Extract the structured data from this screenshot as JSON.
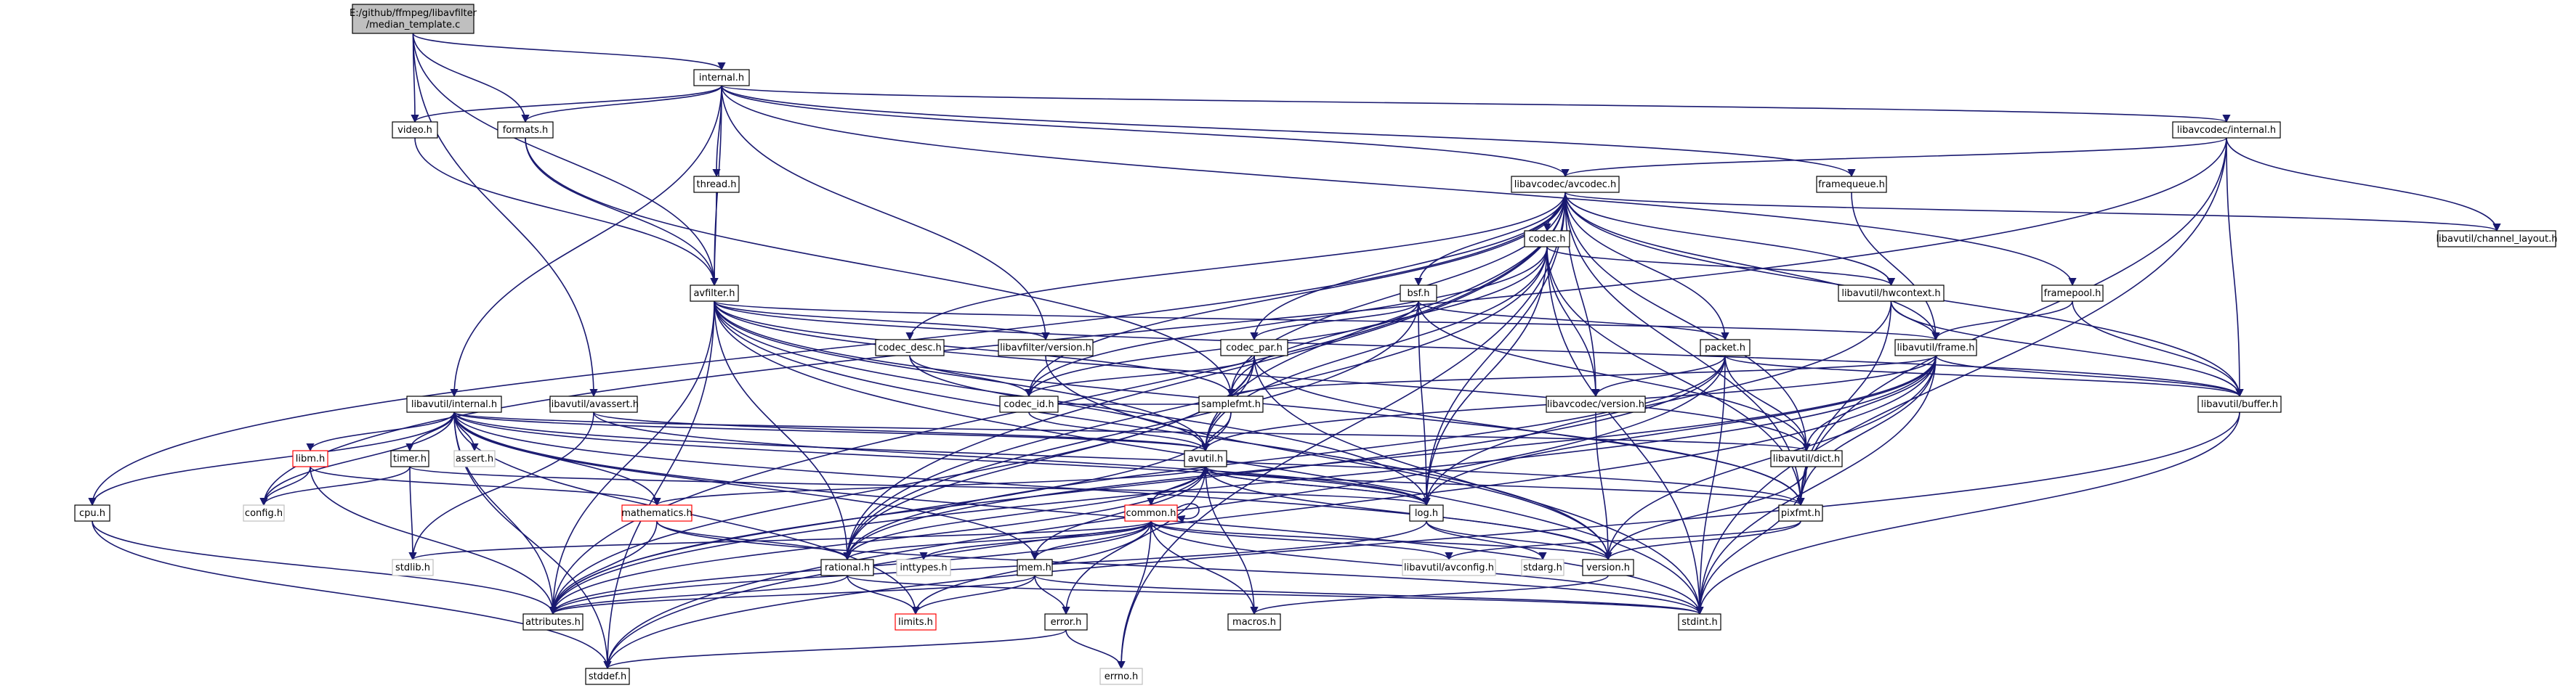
{
  "graph": {
    "title": "E:/github/ffmpeg/libavfilter/median_template.c",
    "edge_color": "#191970",
    "nodes": [
      {
        "id": "root",
        "lines": [
          "E:/github/ffmpeg/libavfilter",
          "/median_template.c"
        ],
        "style": "root"
      },
      {
        "id": "internal_h",
        "lines": [
          "internal.h"
        ],
        "style": "normal"
      },
      {
        "id": "video_h",
        "lines": [
          "video.h"
        ],
        "style": "normal"
      },
      {
        "id": "formats_h",
        "lines": [
          "formats.h"
        ],
        "style": "normal"
      },
      {
        "id": "avcodec_internal_h",
        "lines": [
          "libavcodec/internal.h"
        ],
        "style": "normal"
      },
      {
        "id": "thread_h",
        "lines": [
          "thread.h"
        ],
        "style": "normal"
      },
      {
        "id": "avcodec_h",
        "lines": [
          "libavcodec/avcodec.h"
        ],
        "style": "normal"
      },
      {
        "id": "framequeue_h",
        "lines": [
          "framequeue.h"
        ],
        "style": "normal"
      },
      {
        "id": "codec_h",
        "lines": [
          "codec.h"
        ],
        "style": "normal"
      },
      {
        "id": "channel_layout_h",
        "lines": [
          "libavutil/channel_layout.h"
        ],
        "style": "normal"
      },
      {
        "id": "avfilter_h",
        "lines": [
          "avfilter.h"
        ],
        "style": "normal"
      },
      {
        "id": "bsf_h",
        "lines": [
          "bsf.h"
        ],
        "style": "normal"
      },
      {
        "id": "hwcontext_h",
        "lines": [
          "libavutil/hwcontext.h"
        ],
        "style": "normal"
      },
      {
        "id": "framepool_h",
        "lines": [
          "framepool.h"
        ],
        "style": "normal"
      },
      {
        "id": "codec_desc_h",
        "lines": [
          "codec_desc.h"
        ],
        "style": "normal"
      },
      {
        "id": "lavf_version_h",
        "lines": [
          "libavfilter/version.h"
        ],
        "style": "normal"
      },
      {
        "id": "codec_par_h",
        "lines": [
          "codec_par.h"
        ],
        "style": "normal"
      },
      {
        "id": "packet_h",
        "lines": [
          "packet.h"
        ],
        "style": "normal"
      },
      {
        "id": "frame_h",
        "lines": [
          "libavutil/frame.h"
        ],
        "style": "normal"
      },
      {
        "id": "avutil_internal_h",
        "lines": [
          "libavutil/internal.h"
        ],
        "style": "normal"
      },
      {
        "id": "avassert_h",
        "lines": [
          "libavutil/avassert.h"
        ],
        "style": "normal"
      },
      {
        "id": "codec_id_h",
        "lines": [
          "codec_id.h"
        ],
        "style": "normal"
      },
      {
        "id": "samplefmt_h",
        "lines": [
          "samplefmt.h"
        ],
        "style": "normal"
      },
      {
        "id": "lavc_version_h",
        "lines": [
          "libavcodec/version.h"
        ],
        "style": "normal"
      },
      {
        "id": "buffer_h",
        "lines": [
          "libavutil/buffer.h"
        ],
        "style": "normal"
      },
      {
        "id": "libm_h",
        "lines": [
          "libm.h"
        ],
        "style": "red"
      },
      {
        "id": "timer_h",
        "lines": [
          "timer.h"
        ],
        "style": "normal"
      },
      {
        "id": "assert_h",
        "lines": [
          "assert.h"
        ],
        "style": "grey"
      },
      {
        "id": "avutil_h",
        "lines": [
          "avutil.h"
        ],
        "style": "normal"
      },
      {
        "id": "dict_h",
        "lines": [
          "libavutil/dict.h"
        ],
        "style": "normal"
      },
      {
        "id": "cpu_h",
        "lines": [
          "cpu.h"
        ],
        "style": "normal"
      },
      {
        "id": "config_h",
        "lines": [
          "config.h"
        ],
        "style": "grey"
      },
      {
        "id": "mathematics_h",
        "lines": [
          "mathematics.h"
        ],
        "style": "red"
      },
      {
        "id": "common_h",
        "lines": [
          "common.h"
        ],
        "style": "red"
      },
      {
        "id": "log_h",
        "lines": [
          "log.h"
        ],
        "style": "normal"
      },
      {
        "id": "pixfmt_h",
        "lines": [
          "pixfmt.h"
        ],
        "style": "normal"
      },
      {
        "id": "stdlib_h",
        "lines": [
          "stdlib.h"
        ],
        "style": "grey"
      },
      {
        "id": "rational_h",
        "lines": [
          "rational.h"
        ],
        "style": "normal"
      },
      {
        "id": "inttypes_h",
        "lines": [
          "inttypes.h"
        ],
        "style": "grey"
      },
      {
        "id": "mem_h",
        "lines": [
          "mem.h"
        ],
        "style": "normal"
      },
      {
        "id": "avconfig_h",
        "lines": [
          "libavutil/avconfig.h"
        ],
        "style": "grey"
      },
      {
        "id": "stdarg_h",
        "lines": [
          "stdarg.h"
        ],
        "style": "grey"
      },
      {
        "id": "version_h",
        "lines": [
          "version.h"
        ],
        "style": "normal"
      },
      {
        "id": "attributes_h",
        "lines": [
          "attributes.h"
        ],
        "style": "normal"
      },
      {
        "id": "limits_h",
        "lines": [
          "limits.h"
        ],
        "style": "red"
      },
      {
        "id": "macros_h",
        "lines": [
          "macros.h"
        ],
        "style": "normal"
      },
      {
        "id": "stdint_h",
        "lines": [
          "stdint.h"
        ],
        "style": "normal"
      },
      {
        "id": "error_h",
        "lines": [
          "error.h"
        ],
        "style": "normal"
      },
      {
        "id": "stddef_h",
        "lines": [
          "stddef.h"
        ],
        "style": "normal"
      },
      {
        "id": "errno_h",
        "lines": [
          "errno.h"
        ],
        "style": "grey"
      }
    ],
    "edges": [
      [
        "root",
        "internal_h"
      ],
      [
        "root",
        "video_h"
      ],
      [
        "root",
        "formats_h"
      ],
      [
        "root",
        "avfilter_h"
      ],
      [
        "root",
        "avassert_h"
      ],
      [
        "internal_h",
        "video_h"
      ],
      [
        "internal_h",
        "formats_h"
      ],
      [
        "internal_h",
        "avcodec_internal_h"
      ],
      [
        "internal_h",
        "thread_h"
      ],
      [
        "internal_h",
        "avcodec_h"
      ],
      [
        "internal_h",
        "framequeue_h"
      ],
      [
        "internal_h",
        "framepool_h"
      ],
      [
        "internal_h",
        "avfilter_h"
      ],
      [
        "internal_h",
        "lavf_version_h"
      ],
      [
        "internal_h",
        "avutil_internal_h"
      ],
      [
        "video_h",
        "avfilter_h"
      ],
      [
        "formats_h",
        "avfilter_h"
      ],
      [
        "formats_h",
        "samplefmt_h"
      ],
      [
        "thread_h",
        "avfilter_h"
      ],
      [
        "framequeue_h",
        "frame_h"
      ],
      [
        "framepool_h",
        "frame_h"
      ],
      [
        "framepool_h",
        "buffer_h"
      ],
      [
        "avcodec_internal_h",
        "avcodec_h"
      ],
      [
        "avcodec_internal_h",
        "channel_layout_h"
      ],
      [
        "avcodec_internal_h",
        "buffer_h"
      ],
      [
        "avcodec_internal_h",
        "pixfmt_h"
      ],
      [
        "avcodec_internal_h",
        "stdint_h"
      ],
      [
        "avcodec_internal_h",
        "config_h"
      ],
      [
        "avcodec_h",
        "codec_h"
      ],
      [
        "avcodec_h",
        "bsf_h"
      ],
      [
        "avcodec_h",
        "hwcontext_h"
      ],
      [
        "avcodec_h",
        "codec_desc_h"
      ],
      [
        "avcodec_h",
        "codec_par_h"
      ],
      [
        "avcodec_h",
        "packet_h"
      ],
      [
        "avcodec_h",
        "frame_h"
      ],
      [
        "avcodec_h",
        "lavc_version_h"
      ],
      [
        "avcodec_h",
        "buffer_h"
      ],
      [
        "avcodec_h",
        "channel_layout_h"
      ],
      [
        "avcodec_h",
        "samplefmt_h"
      ],
      [
        "avcodec_h",
        "avutil_h"
      ],
      [
        "avcodec_h",
        "dict_h"
      ],
      [
        "avcodec_h",
        "log_h"
      ],
      [
        "avcodec_h",
        "pixfmt_h"
      ],
      [
        "avcodec_h",
        "rational_h"
      ],
      [
        "avcodec_h",
        "attributes_h"
      ],
      [
        "avcodec_h",
        "cpu_h"
      ],
      [
        "avcodec_h",
        "codec_id_h"
      ],
      [
        "avcodec_h",
        "errno_h"
      ],
      [
        "codec_h",
        "codec_id_h"
      ],
      [
        "codec_h",
        "hwcontext_h"
      ],
      [
        "codec_h",
        "avutil_h"
      ],
      [
        "codec_h",
        "log_h"
      ],
      [
        "codec_h",
        "pixfmt_h"
      ],
      [
        "codec_h",
        "rational_h"
      ],
      [
        "codec_h",
        "samplefmt_h"
      ],
      [
        "codec_h",
        "lavc_version_h"
      ],
      [
        "codec_h",
        "stdint_h"
      ],
      [
        "bsf_h",
        "codec_id_h"
      ],
      [
        "bsf_h",
        "codec_par_h"
      ],
      [
        "bsf_h",
        "packet_h"
      ],
      [
        "bsf_h",
        "dict_h"
      ],
      [
        "bsf_h",
        "log_h"
      ],
      [
        "bsf_h",
        "rational_h"
      ],
      [
        "hwcontext_h",
        "buffer_h"
      ],
      [
        "hwcontext_h",
        "frame_h"
      ],
      [
        "hwcontext_h",
        "log_h"
      ],
      [
        "hwcontext_h",
        "pixfmt_h"
      ],
      [
        "codec_desc_h",
        "codec_id_h"
      ],
      [
        "codec_desc_h",
        "avutil_h"
      ],
      [
        "codec_par_h",
        "codec_id_h"
      ],
      [
        "codec_par_h",
        "avutil_h"
      ],
      [
        "codec_par_h",
        "pixfmt_h"
      ],
      [
        "codec_par_h",
        "rational_h"
      ],
      [
        "codec_par_h",
        "stdint_h"
      ],
      [
        "codec_par_h",
        "attributes_h"
      ],
      [
        "packet_h",
        "buffer_h"
      ],
      [
        "packet_h",
        "dict_h"
      ],
      [
        "packet_h",
        "lavc_version_h"
      ],
      [
        "packet_h",
        "rational_h"
      ],
      [
        "packet_h",
        "stdint_h"
      ],
      [
        "packet_h",
        "attributes_h"
      ],
      [
        "packet_h",
        "stddef_h"
      ],
      [
        "frame_h",
        "buffer_h"
      ],
      [
        "frame_h",
        "dict_h"
      ],
      [
        "frame_h",
        "pixfmt_h"
      ],
      [
        "frame_h",
        "rational_h"
      ],
      [
        "frame_h",
        "samplefmt_h"
      ],
      [
        "frame_h",
        "avutil_h"
      ],
      [
        "frame_h",
        "log_h"
      ],
      [
        "frame_h",
        "version_h"
      ],
      [
        "frame_h",
        "stdint_h"
      ],
      [
        "frame_h",
        "stddef_h"
      ],
      [
        "frame_h",
        "attributes_h"
      ],
      [
        "avfilter_h",
        "lavf_version_h"
      ],
      [
        "avfilter_h",
        "attributes_h"
      ],
      [
        "avfilter_h",
        "avutil_h"
      ],
      [
        "avfilter_h",
        "buffer_h"
      ],
      [
        "avfilter_h",
        "dict_h"
      ],
      [
        "avfilter_h",
        "frame_h"
      ],
      [
        "avfilter_h",
        "log_h"
      ],
      [
        "avfilter_h",
        "samplefmt_h"
      ],
      [
        "avfilter_h",
        "pixfmt_h"
      ],
      [
        "avfilter_h",
        "rational_h"
      ],
      [
        "avfilter_h",
        "stddef_h"
      ],
      [
        "avfilter_h",
        "version_h"
      ],
      [
        "avfilter_h",
        "stdint_h"
      ],
      [
        "lavf_version_h",
        "version_h"
      ],
      [
        "avassert_h",
        "avutil_h"
      ],
      [
        "avassert_h",
        "log_h"
      ],
      [
        "avassert_h",
        "stdlib_h"
      ],
      [
        "avutil_internal_h",
        "config_h"
      ],
      [
        "avutil_internal_h",
        "libm_h"
      ],
      [
        "avutil_internal_h",
        "timer_h"
      ],
      [
        "avutil_internal_h",
        "assert_h"
      ],
      [
        "avutil_internal_h",
        "cpu_h"
      ],
      [
        "avutil_internal_h",
        "attributes_h"
      ],
      [
        "avutil_internal_h",
        "dict_h"
      ],
      [
        "avutil_internal_h",
        "pixfmt_h"
      ],
      [
        "avutil_internal_h",
        "mathematics_h"
      ],
      [
        "avutil_internal_h",
        "stdint_h"
      ],
      [
        "avutil_internal_h",
        "stddef_h"
      ],
      [
        "avutil_internal_h",
        "limits_h"
      ],
      [
        "avutil_internal_h",
        "version_h"
      ],
      [
        "avutil_internal_h",
        "log_h"
      ],
      [
        "avutil_internal_h",
        "mem_h"
      ],
      [
        "avutil_internal_h",
        "avutil_h"
      ],
      [
        "samplefmt_h",
        "avutil_h"
      ],
      [
        "samplefmt_h",
        "attributes_h"
      ],
      [
        "lavc_version_h",
        "version_h"
      ],
      [
        "buffer_h",
        "stdint_h"
      ],
      [
        "buffer_h",
        "stddef_h"
      ],
      [
        "dict_h",
        "stdint_h"
      ],
      [
        "dict_h",
        "version_h"
      ],
      [
        "libm_h",
        "config_h"
      ],
      [
        "libm_h",
        "attributes_h"
      ],
      [
        "libm_h",
        "mathematics_h"
      ],
      [
        "timer_h",
        "config_h"
      ],
      [
        "timer_h",
        "stdlib_h"
      ],
      [
        "timer_h",
        "log_h"
      ],
      [
        "cpu_h",
        "attributes_h"
      ],
      [
        "cpu_h",
        "stddef_h"
      ],
      [
        "codec_id_h",
        "avutil_h"
      ],
      [
        "codec_id_h",
        "samplefmt_h"
      ],
      [
        "avutil_h",
        "common_h"
      ],
      [
        "avutil_h",
        "error_h"
      ],
      [
        "avutil_h",
        "rational_h"
      ],
      [
        "avutil_h",
        "version_h"
      ],
      [
        "avutil_h",
        "macros_h"
      ],
      [
        "avutil_h",
        "mathematics_h"
      ],
      [
        "avutil_h",
        "log_h"
      ],
      [
        "avutil_h",
        "pixfmt_h"
      ],
      [
        "avutil_h",
        "attributes_h"
      ],
      [
        "mathematics_h",
        "rational_h"
      ],
      [
        "mathematics_h",
        "attributes_h"
      ],
      [
        "mathematics_h",
        "stdint_h"
      ],
      [
        "common_h",
        "inttypes_h"
      ],
      [
        "common_h",
        "stdlib_h"
      ],
      [
        "common_h",
        "attributes_h"
      ],
      [
        "common_h",
        "macros_h"
      ],
      [
        "common_h",
        "version_h"
      ],
      [
        "common_h",
        "avconfig_h"
      ],
      [
        "common_h",
        "limits_h"
      ],
      [
        "common_h",
        "stdint_h"
      ],
      [
        "common_h",
        "mem_h"
      ],
      [
        "common_h",
        "errno_h"
      ],
      [
        "common_h",
        "rational_h"
      ],
      [
        "common_h",
        "common_h"
      ],
      [
        "log_h",
        "version_h"
      ],
      [
        "log_h",
        "attributes_h"
      ],
      [
        "log_h",
        "stdarg_h"
      ],
      [
        "log_h",
        "avutil_h"
      ],
      [
        "pixfmt_h",
        "avconfig_h"
      ],
      [
        "pixfmt_h",
        "version_h"
      ],
      [
        "rational_h",
        "attributes_h"
      ],
      [
        "rational_h",
        "limits_h"
      ],
      [
        "rational_h",
        "stdint_h"
      ],
      [
        "mem_h",
        "attributes_h"
      ],
      [
        "mem_h",
        "error_h"
      ],
      [
        "mem_h",
        "avutil_h"
      ],
      [
        "mem_h",
        "limits_h"
      ],
      [
        "mem_h",
        "stdint_h"
      ],
      [
        "version_h",
        "macros_h"
      ],
      [
        "error_h",
        "errno_h"
      ],
      [
        "error_h",
        "stddef_h"
      ]
    ]
  }
}
